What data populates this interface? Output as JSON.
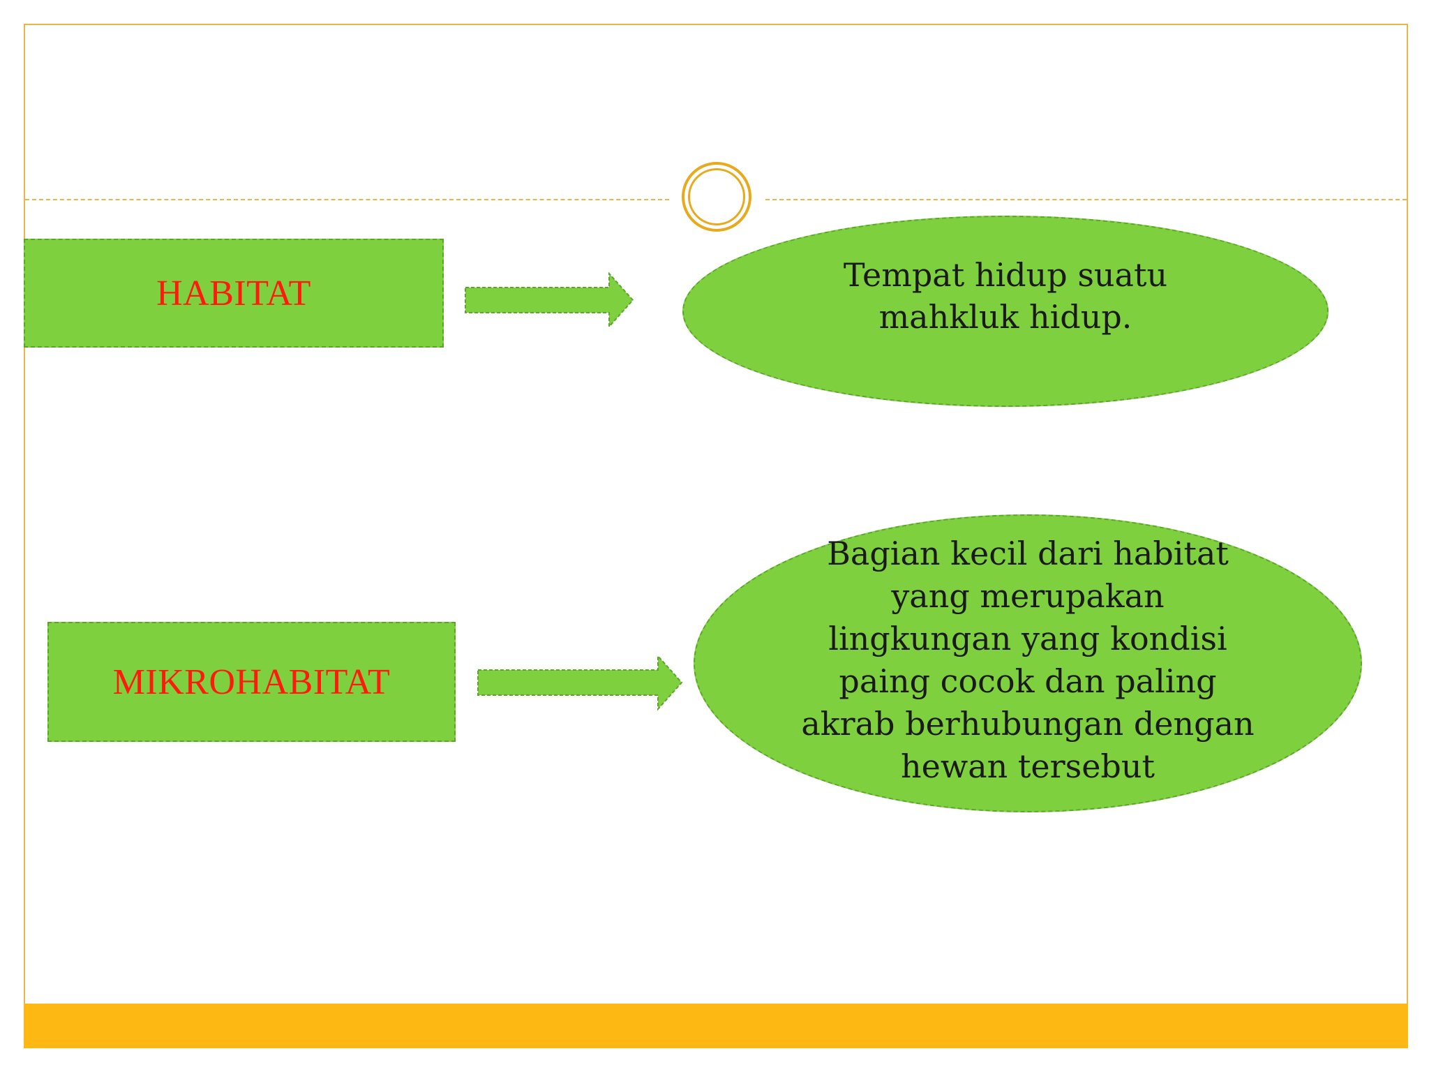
{
  "diagram": {
    "rows": [
      {
        "term": "HABITAT",
        "definition": "Tempat hidup suatu mahkluk hidup."
      },
      {
        "term": "MIKROHABITAT",
        "definition": "Bagian kecil dari habitat yang merupakan lingkungan yang kondisi paing cocok dan paling akrab berhubungan dengan hewan tersebut"
      }
    ]
  },
  "colors": {
    "shape_fill": "#7ed03f",
    "shape_border": "#5aa52a",
    "term_text": "#ff1a0e",
    "accent_gold": "#e9b64a",
    "bottom_bar": "#fdb813"
  },
  "icons": {
    "ring": "double-ring-ornament",
    "arrow": "right-arrow"
  }
}
